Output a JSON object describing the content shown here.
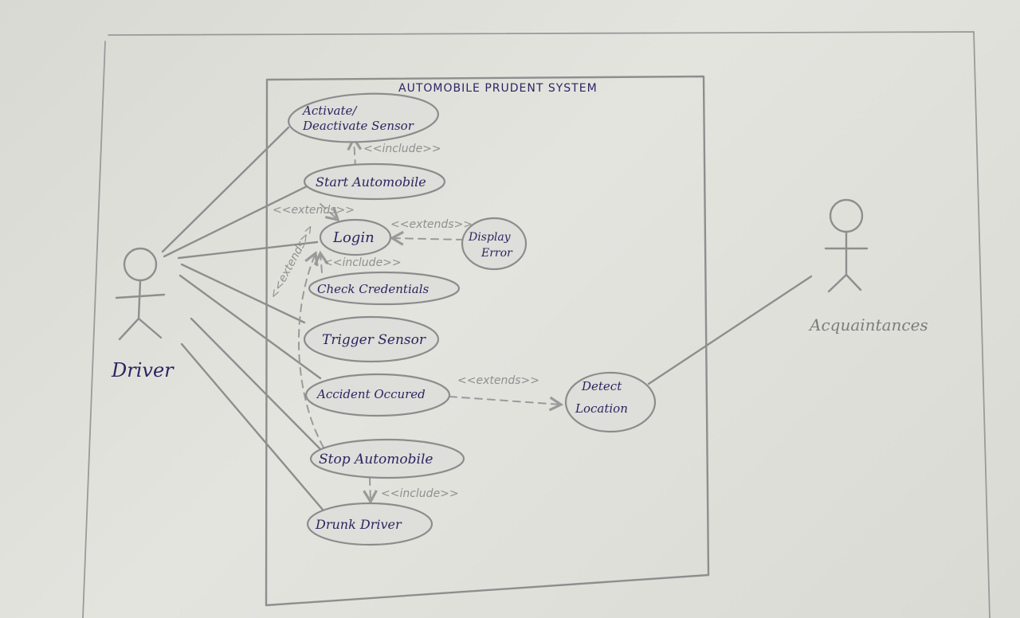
{
  "system": {
    "title": "AUTOMOBILE PRUDENT SYSTEM"
  },
  "actors": {
    "driver": "Driver",
    "acquaintances": "Acquaintances"
  },
  "use_cases": {
    "activate_line1": "Activate/",
    "activate_line2": "Deactivate Sensor",
    "start": "Start Automobile",
    "login": "Login",
    "display_line1": "Display",
    "display_line2": "Error",
    "check": "Check Credentials",
    "trigger": "Trigger Sensor",
    "accident": "Accident Occured",
    "detect_line1": "Detect",
    "detect_line2": "Location",
    "stop": "Stop Automobile",
    "drunk": "Drunk Driver"
  },
  "stereotypes": {
    "include_start_activate": "<<include>>",
    "extends_login_start": "<<extends>>",
    "extends_display_login": "<<extends>>",
    "include_login_check": "<<include>>",
    "extends_stop_login": "<<extends>>",
    "extends_detect_accident": "<<extends>>",
    "include_stop_drunk": "<<include>>"
  }
}
